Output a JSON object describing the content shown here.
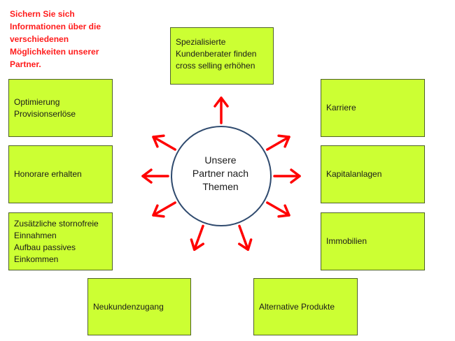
{
  "headline": "Sichern Sie sich\nInformationen über die\nverschiedenen\nMöglichkeiten  unserer\nPartner.",
  "center": {
    "label": "Unsere\nPartner nach\nThemen"
  },
  "boxes": {
    "top": "Spezialisierte\nKundenberater finden\ncross selling erhöhen",
    "provision": "Optimierung\nProvisionserlöse",
    "honorare": "Honorare erhalten",
    "zusatz": "Zusätzliche stornofreie\nEinnahmen\nAufbau passives\nEinkommen",
    "neukunden": "Neukundenzugang",
    "karriere": "Karriere",
    "kapital": "Kapitalanlagen",
    "immobilien": "Immobilien",
    "alternative": "Alternative Produkte"
  },
  "colors": {
    "box_fill": "#ccff33",
    "box_border": "#4f6228",
    "arrow": "#ff0000",
    "circle_border": "#2f4a6e",
    "headline": "#ff1b1b"
  }
}
